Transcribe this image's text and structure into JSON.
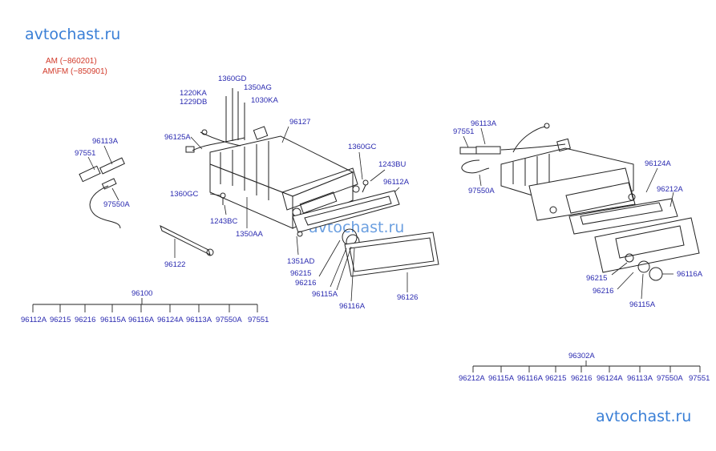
{
  "watermarks": {
    "top": "avtochast.ru",
    "bottom": "avtochast.ru",
    "center": "avtochast.ru"
  },
  "notes": {
    "am": "AM (−860201)",
    "amfm": "AM\\FM (−850901)"
  },
  "colors": {
    "label": "#2a2ab0",
    "watermark": "#3a7fd6",
    "note": "#d23a2a",
    "line": "#222222"
  },
  "left_unit": {
    "labels": {
      "l1360gd": "1360GD",
      "l1220ka": "1220KA",
      "l1229db": "1229DB",
      "l1350ag": "1350AG",
      "l1030ka": "1030KA",
      "l96127": "96127",
      "l96125a": "96125A",
      "l96113a": "96113A",
      "l97551": "97551",
      "l97550a": "97550A",
      "l1360gc_r": "1360GC",
      "l1243bu": "1243BU",
      "l96112a": "96112A",
      "l1360gc_l": "1360GC",
      "l1243bc": "1243BC",
      "l1350aa": "1350AA",
      "l96122": "96122",
      "l1351ad": "1351AD",
      "l96215": "96215",
      "l96216": "96216",
      "l96115a": "96115A",
      "l96116a": "96116A",
      "l96126": "96126"
    },
    "tree_root": "96100",
    "tree_items": [
      "96112A",
      "96215",
      "96216",
      "96115A",
      "96116A",
      "96124A",
      "96113A",
      "97550A",
      "97551"
    ]
  },
  "right_unit": {
    "labels": {
      "r96113a": "96113A",
      "r97551": "97551",
      "r97550a": "97550A",
      "r96124a": "96124A",
      "r96212a": "96212A",
      "r96215": "96215",
      "r96216": "96216",
      "r96115a": "96115A",
      "r96116a": "96116A"
    },
    "tree_root": "96302A",
    "tree_items": [
      "96212A",
      "96115A",
      "96116A",
      "96215",
      "96216",
      "96124A",
      "96113A",
      "97550A",
      "97551"
    ]
  }
}
